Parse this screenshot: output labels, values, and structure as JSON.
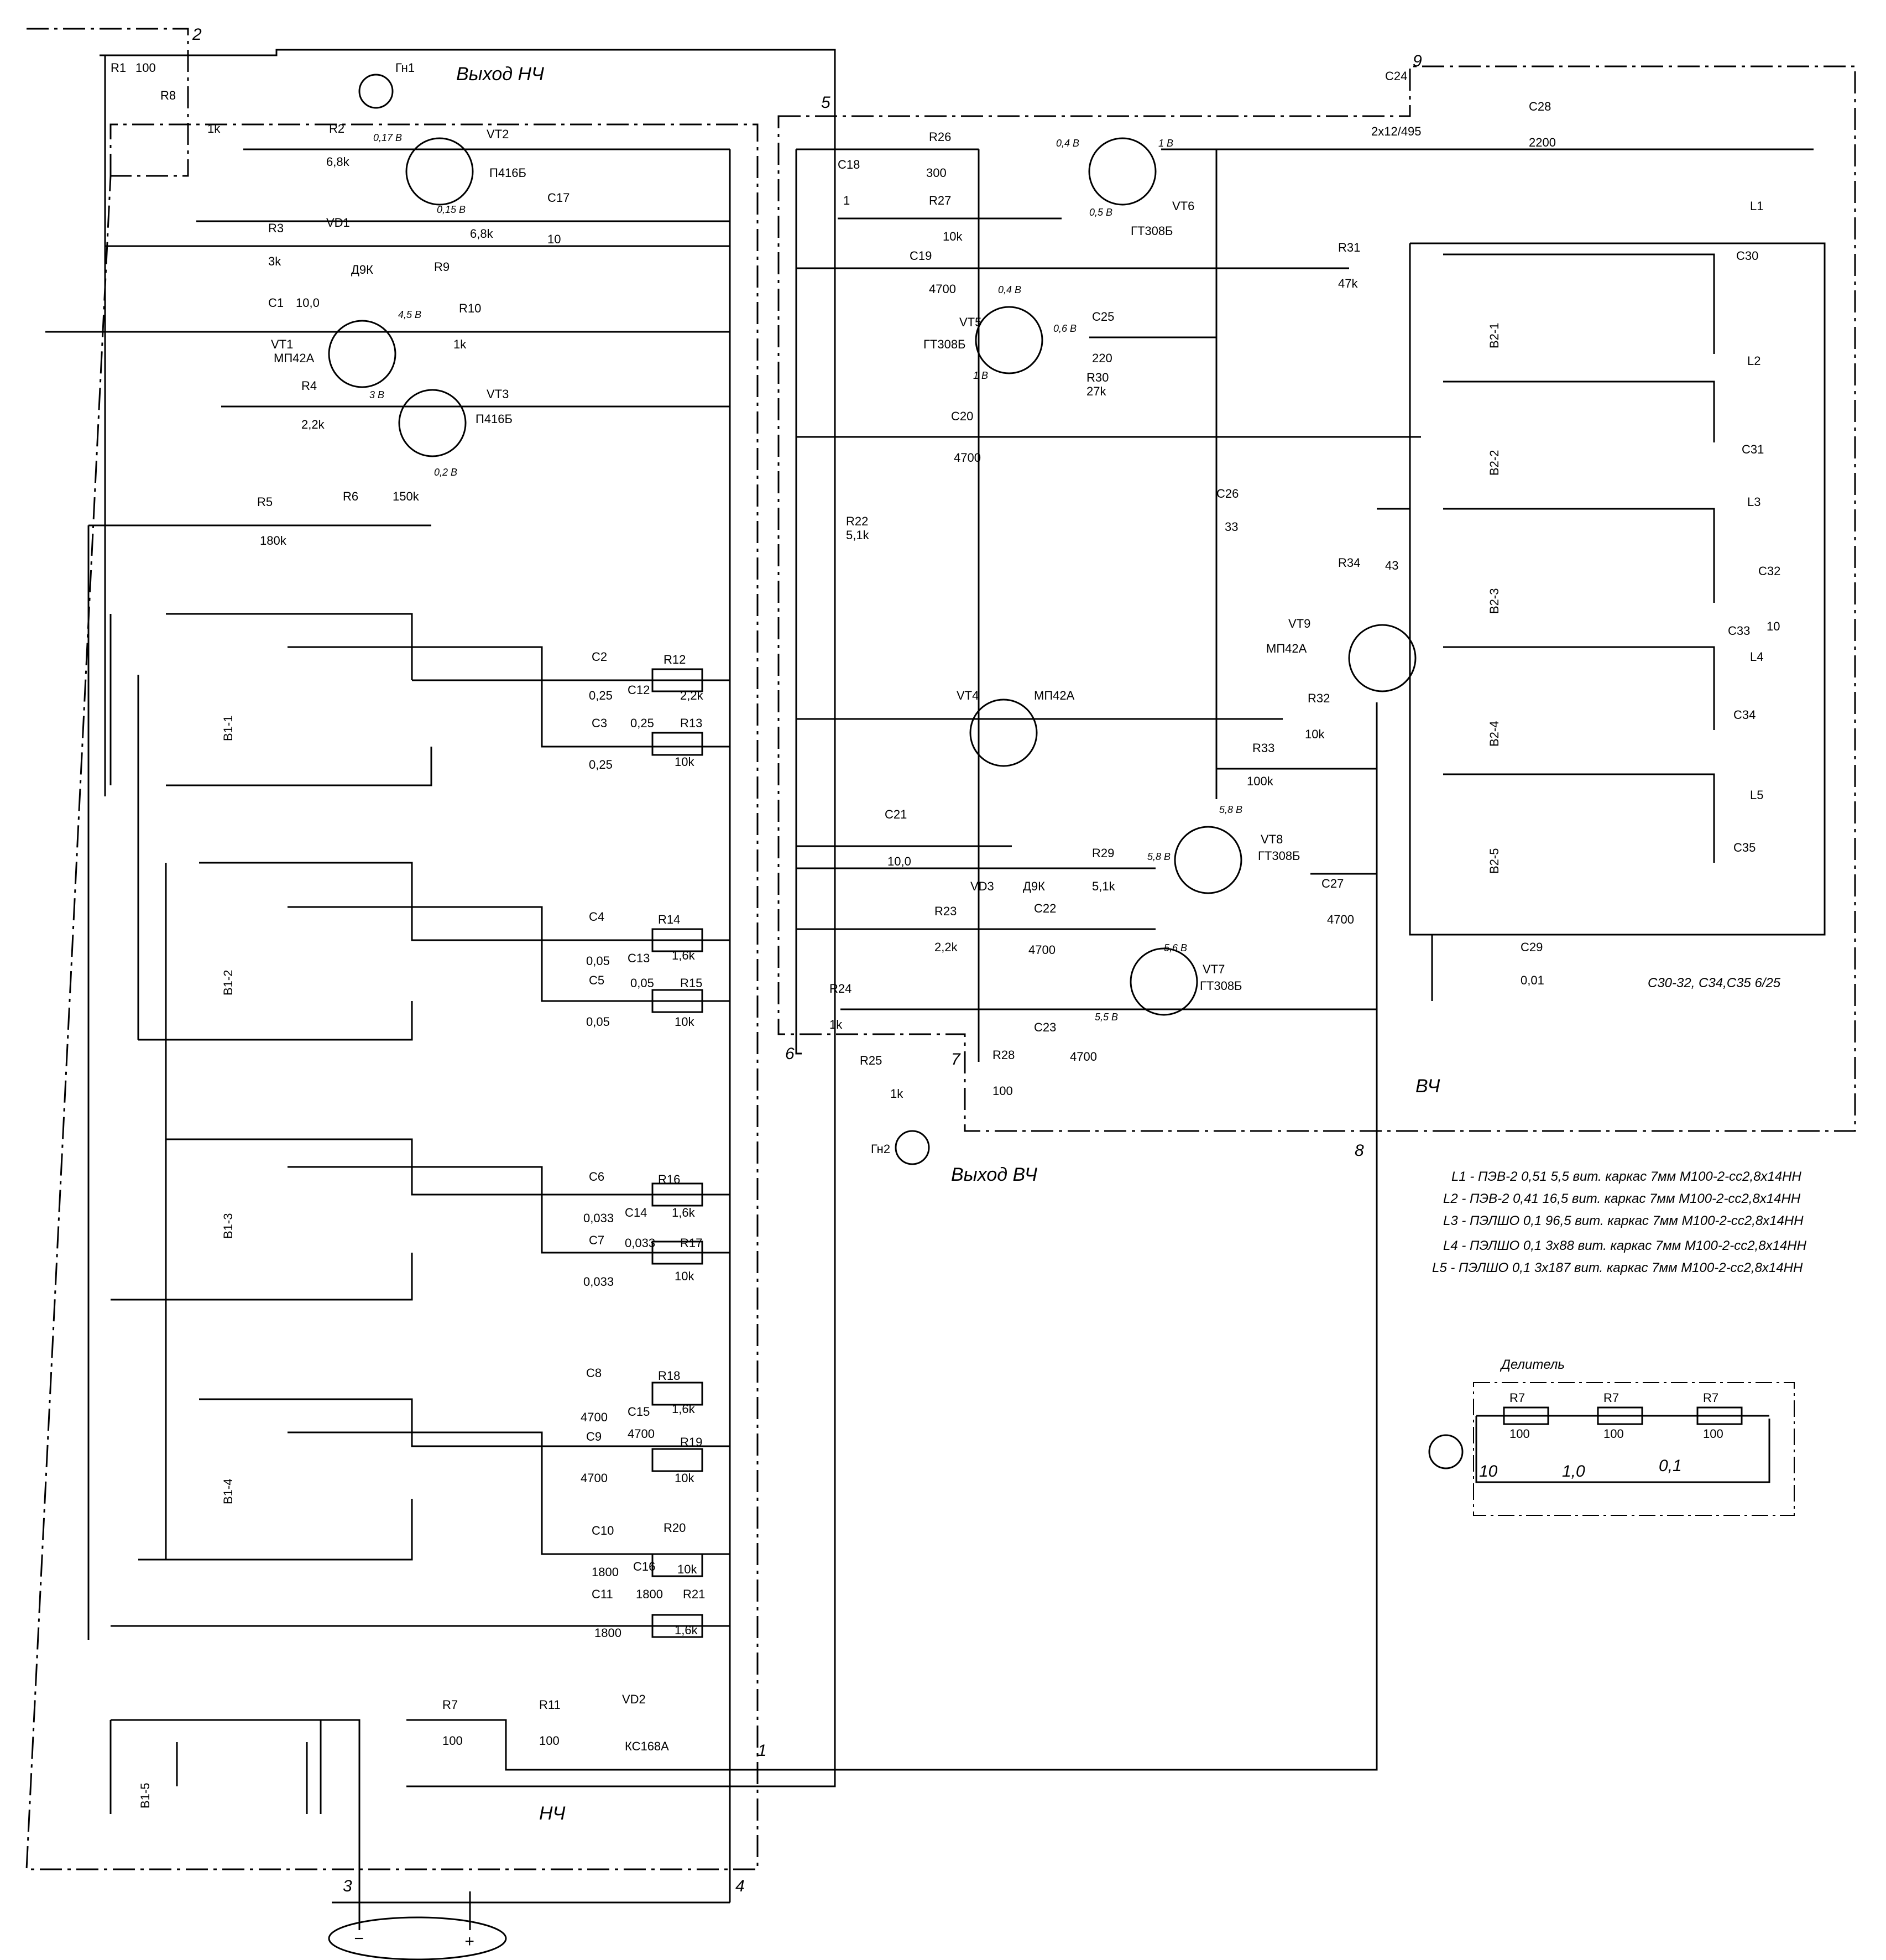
{
  "labels": {
    "out_lf": "Выход НЧ",
    "out_hf": "Выход ВЧ",
    "block_lf": "НЧ",
    "block_hf": "ВЧ",
    "divider_title": "Делитель",
    "cap_note": "С30-32, С34,С35  6/25",
    "jack1": "Гн1",
    "jack2": "Гн2"
  },
  "coil_notes": [
    "L1 - ПЭВ-2 0,51 5,5 вит. каркас 7мм М100-2-сс2,8х14НН",
    "L2 - ПЭВ-2 0,41 16,5 вит. каркас 7мм М100-2-сс2,8х14НН",
    "L3 - ПЭЛШО 0,1 96,5 вит. каркас 7мм М100-2-сс2,8х14НН",
    "L4 - ПЭЛШО 0,1 3х88 вит. каркас 7мм М100-2-сс2,8х14НН",
    "L5 - ПЭЛШО 0,1 3х187 вит. каркас 7мм М100-2-сс2,8х14НН"
  ],
  "node_numbers": [
    "1",
    "2",
    "3",
    "4",
    "5",
    "6",
    "7",
    "8",
    "9"
  ],
  "transistors": [
    {
      "ref": "VT1",
      "type": "МП42А"
    },
    {
      "ref": "VT2",
      "type": "П416Б"
    },
    {
      "ref": "VT3",
      "type": "П416Б"
    },
    {
      "ref": "VT4",
      "type": "МП42А"
    },
    {
      "ref": "VT5",
      "type": "ГТ308Б"
    },
    {
      "ref": "VT6",
      "type": "ГТ308Б"
    },
    {
      "ref": "VT7",
      "type": "ГТ308Б"
    },
    {
      "ref": "VT8",
      "type": "ГТ308Б"
    },
    {
      "ref": "VT9",
      "type": "МП42А"
    }
  ],
  "diodes": [
    {
      "ref": "VD1",
      "type": "Д9К"
    },
    {
      "ref": "VD2",
      "type": "КС168А"
    },
    {
      "ref": "VD3",
      "type": "Д9К"
    }
  ],
  "voltages": [
    "0,17 В",
    "0,15 В",
    "4,5 В",
    "3 В",
    "0,2 В",
    "0,4 В",
    "1 В",
    "0,5 В",
    "0,4 В",
    "0,6 В",
    "1 В",
    "5,8 В",
    "5,8 В",
    "5,6 В",
    "5,5 В"
  ],
  "resistors": [
    {
      "ref": "R1",
      "val": "100"
    },
    {
      "ref": "R2",
      "val": "6,8k"
    },
    {
      "ref": "R3",
      "val": "3k"
    },
    {
      "ref": "R4",
      "val": "2,2k"
    },
    {
      "ref": "R5",
      "val": "180k"
    },
    {
      "ref": "R6",
      "val": "150k"
    },
    {
      "ref": "R8",
      "val": "1k"
    },
    {
      "ref": "R9",
      "val": "6,8k"
    },
    {
      "ref": "R10",
      "val": "1k"
    },
    {
      "ref": "R12",
      "val": "2,2k"
    },
    {
      "ref": "R13",
      "val": "10k"
    },
    {
      "ref": "R14",
      "val": "1,6k"
    },
    {
      "ref": "R15",
      "val": "10k"
    },
    {
      "ref": "R16",
      "val": "1,6k"
    },
    {
      "ref": "R17",
      "val": "10k"
    },
    {
      "ref": "R18",
      "val": "1,6k"
    },
    {
      "ref": "R19",
      "val": "10k"
    },
    {
      "ref": "R20",
      "val": "10k"
    },
    {
      "ref": "R21",
      "val": "1,6k"
    },
    {
      "ref": "R7",
      "val": "100"
    },
    {
      "ref": "R11",
      "val": "100"
    },
    {
      "ref": "R22",
      "val": "5,1k"
    },
    {
      "ref": "R23",
      "val": "2,2k"
    },
    {
      "ref": "R24",
      "val": "1k"
    },
    {
      "ref": "R25",
      "val": "1k"
    },
    {
      "ref": "R26",
      "val": "300"
    },
    {
      "ref": "R27",
      "val": "10k"
    },
    {
      "ref": "R28",
      "val": "100"
    },
    {
      "ref": "R29",
      "val": "5,1k"
    },
    {
      "ref": "R30",
      "val": "27k"
    },
    {
      "ref": "R31",
      "val": "47k"
    },
    {
      "ref": "R32",
      "val": "10k"
    },
    {
      "ref": "R33",
      "val": "100k"
    },
    {
      "ref": "R34",
      "val": "43"
    }
  ],
  "capacitors": [
    {
      "ref": "C1",
      "val": "10,0"
    },
    {
      "ref": "C2",
      "val": "0,25"
    },
    {
      "ref": "C3",
      "val": "0,25"
    },
    {
      "ref": "C4",
      "val": "0,05"
    },
    {
      "ref": "C5",
      "val": "0,05"
    },
    {
      "ref": "C6",
      "val": "0,033"
    },
    {
      "ref": "C7",
      "val": "0,033"
    },
    {
      "ref": "C8",
      "val": "4700"
    },
    {
      "ref": "C9",
      "val": "4700"
    },
    {
      "ref": "C10",
      "val": "1800"
    },
    {
      "ref": "C11",
      "val": "1800"
    },
    {
      "ref": "C12",
      "val": "0,25"
    },
    {
      "ref": "C13",
      "val": "0,05"
    },
    {
      "ref": "C14",
      "val": "0,033"
    },
    {
      "ref": "C15",
      "val": "4700"
    },
    {
      "ref": "C16",
      "val": "1800"
    },
    {
      "ref": "C17",
      "val": "10"
    },
    {
      "ref": "C18",
      "val": "1"
    },
    {
      "ref": "C19",
      "val": "4700"
    },
    {
      "ref": "C20",
      "val": "4700"
    },
    {
      "ref": "C21",
      "val": "10,0"
    },
    {
      "ref": "C22",
      "val": "4700"
    },
    {
      "ref": "C23",
      "val": "4700"
    },
    {
      "ref": "C24",
      "val": "2х12/495"
    },
    {
      "ref": "C25",
      "val": "220"
    },
    {
      "ref": "C26",
      "val": "33"
    },
    {
      "ref": "C27",
      "val": "4700"
    },
    {
      "ref": "C28",
      "val": "2200"
    },
    {
      "ref": "C29",
      "val": "0,01"
    },
    {
      "ref": "C30",
      "val": ""
    },
    {
      "ref": "C31",
      "val": ""
    },
    {
      "ref": "C32",
      "val": ""
    },
    {
      "ref": "C33",
      "val": "10"
    },
    {
      "ref": "C34",
      "val": ""
    },
    {
      "ref": "C35",
      "val": ""
    }
  ],
  "switches": [
    "В1-1",
    "В1-2",
    "В1-3",
    "В1-4",
    "В1-5",
    "В2-1",
    "В2-2",
    "В2-3",
    "В2-4",
    "В2-5"
  ],
  "coils": [
    "L1",
    "L2",
    "L3",
    "L4",
    "L5"
  ],
  "divider": {
    "resistors": [
      {
        "ref": "R7",
        "val": "100"
      },
      {
        "ref": "R7",
        "val": "100"
      },
      {
        "ref": "R7",
        "val": "100"
      }
    ],
    "taps": [
      "10",
      "1,0",
      "0,1"
    ]
  },
  "power": {
    "minus": "−",
    "plus": "+"
  }
}
